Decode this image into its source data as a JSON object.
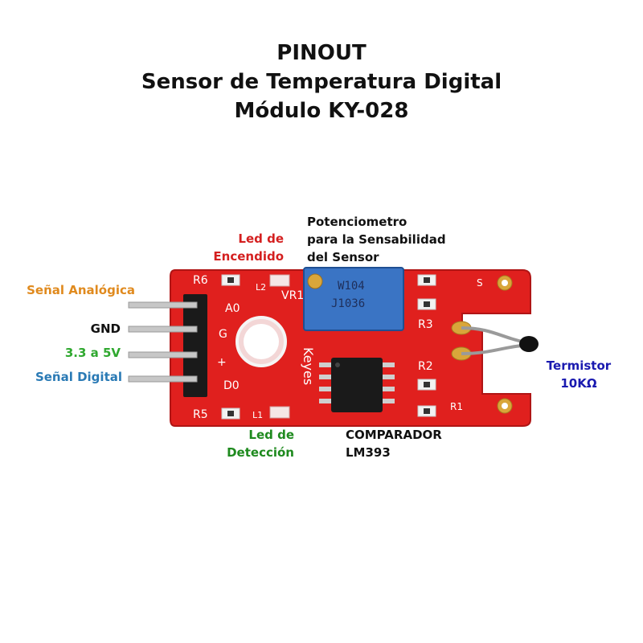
{
  "title": {
    "line1": "PINOUT",
    "line2": "Sensor de Temperatura Digital",
    "line3": "Módulo KY-028"
  },
  "labels": {
    "led_power": [
      "Led de",
      "Encendido"
    ],
    "potentiometer": [
      "Potenciometro",
      "para la Sensabilidad",
      "del Sensor"
    ],
    "analog": "Señal Analógica",
    "gnd": "GND",
    "vcc": "3.3 a 5V",
    "digital": "Señal Digital",
    "thermistor": [
      "Termistor",
      "10KΩ"
    ],
    "led_detect": [
      "Led de",
      "Detección"
    ],
    "comparator": [
      "COMPARADOR",
      "LM393"
    ]
  },
  "board": {
    "silk": {
      "r6": "R6",
      "r5": "R5",
      "a0": "A0",
      "g": "G",
      "plus": "+",
      "d0": "D0",
      "vr1": "VR1",
      "keyes": "Keyes",
      "r3": "R3",
      "r2": "R2",
      "r1": "R1",
      "l1": "L1",
      "l2": "L2",
      "s": "S",
      "pot_code1": "W104",
      "pot_code2": "J1036"
    }
  },
  "colors": {
    "analog": "#e08a1e",
    "gnd": "#111111",
    "vcc": "#2fa82f",
    "digital": "#2a7ab5",
    "led_labels": "#d41f1f",
    "thermistor": "#1a1ab0",
    "detect": "#1e8a1e",
    "pcb": "#e0201e",
    "potentiometer": "#3a74c4"
  }
}
